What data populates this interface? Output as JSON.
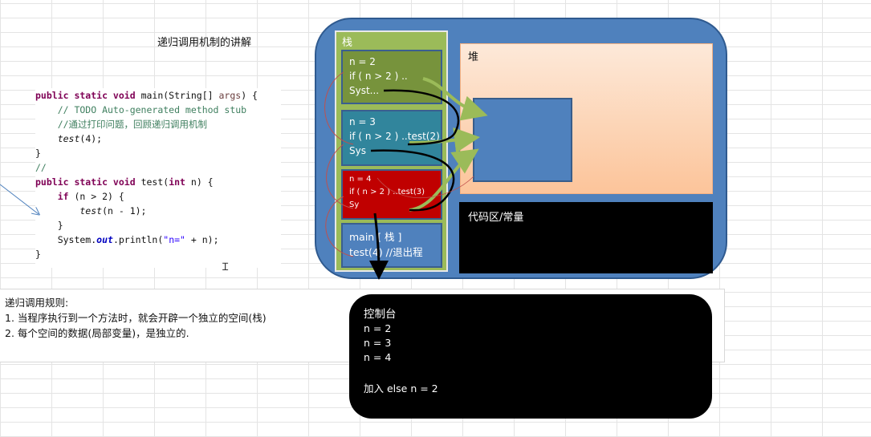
{
  "title": "递归调用机制的讲解",
  "code_lines": [
    [
      {
        "t": "public static void ",
        "c": "kw"
      },
      {
        "t": "main(String[] ",
        "c": ""
      },
      {
        "t": "args",
        "c": "kwv"
      },
      {
        "t": ") {",
        "c": ""
      }
    ],
    [
      {
        "t": "    // TODO Auto-generated method stub",
        "c": "cm"
      }
    ],
    [
      {
        "t": "    //通过打印问题，回顾递归调用机制",
        "c": "cm"
      }
    ],
    [
      {
        "t": "    test",
        "c": "it"
      },
      {
        "t": "(4);",
        "c": ""
      }
    ],
    [
      {
        "t": "}",
        "c": ""
      }
    ],
    [
      {
        "t": "//",
        "c": "cm"
      }
    ],
    [
      {
        "t": "public static void ",
        "c": "kw"
      },
      {
        "t": "test(",
        "c": ""
      },
      {
        "t": "int ",
        "c": "kw"
      },
      {
        "t": "n) {",
        "c": ""
      }
    ],
    [
      {
        "t": "    ",
        "c": ""
      },
      {
        "t": "if ",
        "c": "kw"
      },
      {
        "t": "(n > 2) {",
        "c": ""
      }
    ],
    [
      {
        "t": "        test",
        "c": "it"
      },
      {
        "t": "(n - 1);",
        "c": ""
      }
    ],
    [
      {
        "t": "    }",
        "c": ""
      }
    ],
    [
      {
        "t": "    System.",
        "c": ""
      },
      {
        "t": "out",
        "c": "out"
      },
      {
        "t": ".println(",
        "c": ""
      },
      {
        "t": "\"n=\"",
        "c": "str"
      },
      {
        "t": " + n);",
        "c": ""
      }
    ],
    [
      {
        "t": "}",
        "c": ""
      }
    ]
  ],
  "rules": {
    "heading": "递归调用规则:",
    "rule1": "1. 当程序执行到一个方法时，就会开辟一个独立的空间(栈)",
    "rule2": "2. 每个空间的数据(局部变量)，是独立的."
  },
  "stack": {
    "label": "栈",
    "frames": [
      {
        "lines": [
          "n  = 2",
          "if ( n > 2 ) ..",
          "Syst..."
        ]
      },
      {
        "lines": [
          "n  = 3",
          "if ( n > 2 ) ..test(2)",
          "Sys"
        ]
      },
      {
        "lines": [
          "n  = 4",
          "if ( n > 2 ) ..test(3)",
          "Sy"
        ]
      },
      {
        "lines": [
          "main [ 栈 ]",
          "test(4) //退出程"
        ]
      }
    ]
  },
  "heap": {
    "label": "堆"
  },
  "code_area": {
    "label": "代码区/常量"
  },
  "console": {
    "label": "控制台",
    "lines": [
      "n = 2",
      "n = 3",
      "n = 4",
      "",
      "加入 else   n = 2"
    ]
  },
  "colors": {
    "frame_green": "#77933c",
    "frame_teal": "#31859c",
    "frame_red": "#c00000",
    "frame_blue": "#4f81bd",
    "stack_bg": "#9bbb59",
    "jvm_bg": "#4f81bd",
    "heap_bg": "#fcc49a"
  }
}
